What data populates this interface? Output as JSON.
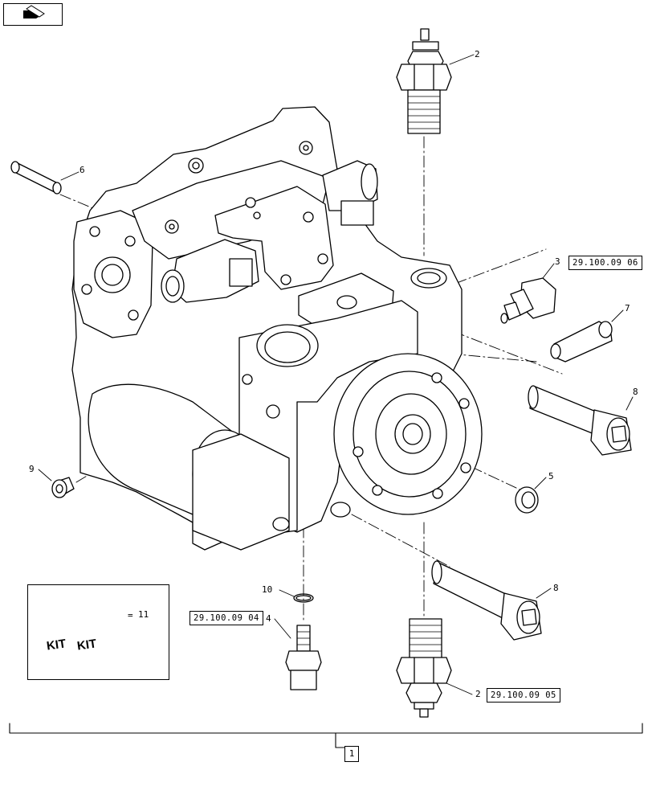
{
  "callouts": {
    "c1": "1",
    "c2_top": "2",
    "c2_bottom": "2",
    "c3": "3",
    "c4": "4",
    "c5": "5",
    "c6": "6",
    "c7": "7",
    "c8_upper": "8",
    "c8_lower": "8",
    "c9": "9",
    "c10": "10",
    "c11": "11"
  },
  "references": {
    "ref_part3": "29.100.09 06",
    "ref_part4": "29.100.09 04",
    "ref_part2": "29.100.09 05"
  },
  "kit": {
    "label_left": "KIT",
    "label_right": "KIT",
    "equals": "="
  },
  "icons": {
    "nav": "page-turn-icon",
    "kit": "kit-box-icon"
  }
}
